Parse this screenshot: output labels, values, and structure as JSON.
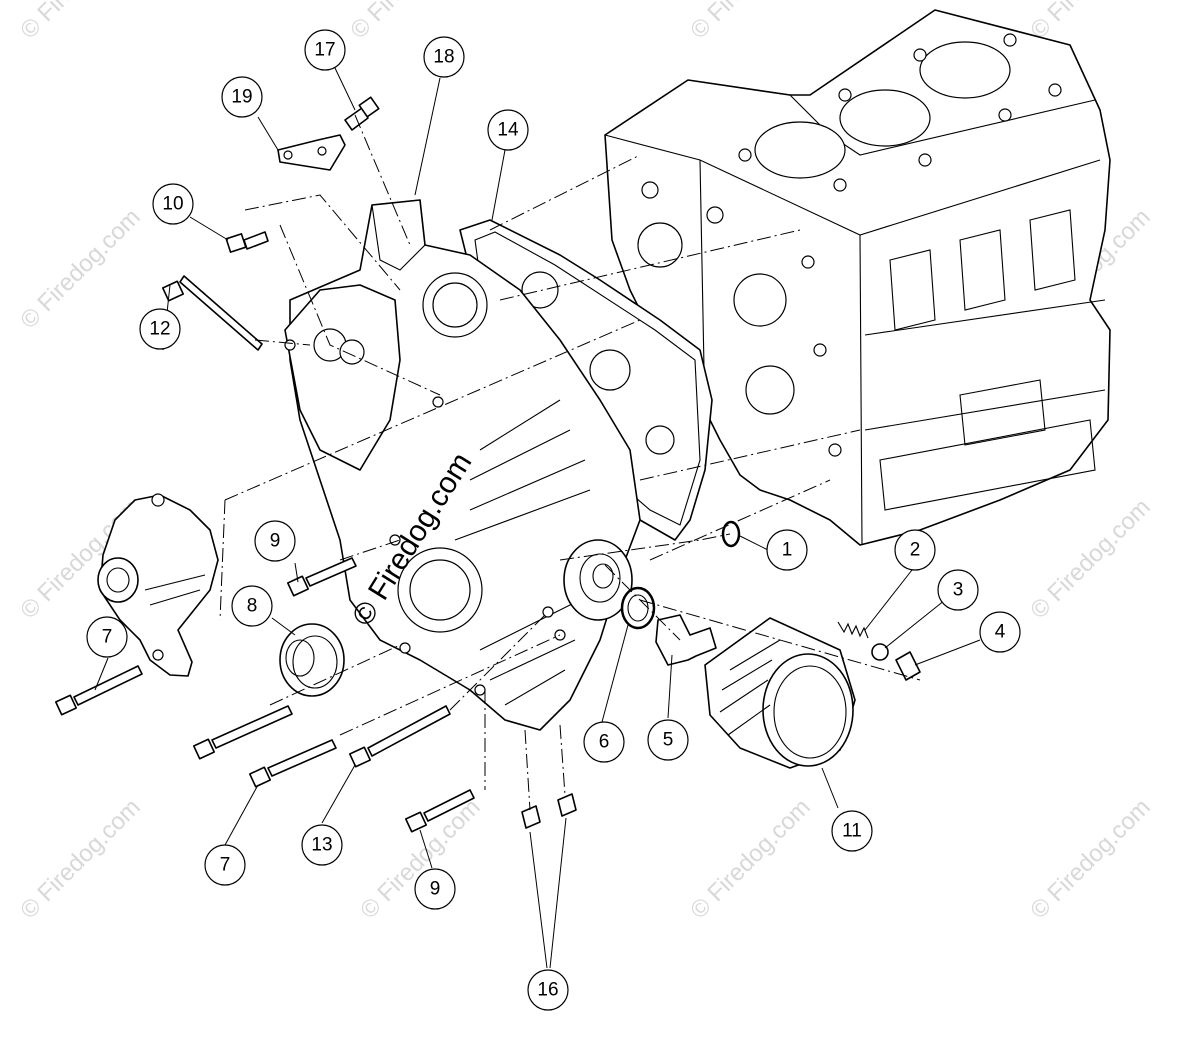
{
  "watermark": {
    "text": "© Firedog.com",
    "center_text": "© Firedog.com"
  },
  "callouts": [
    {
      "id": "1",
      "label": "1"
    },
    {
      "id": "2",
      "label": "2"
    },
    {
      "id": "3",
      "label": "3"
    },
    {
      "id": "4",
      "label": "4"
    },
    {
      "id": "5",
      "label": "5"
    },
    {
      "id": "6",
      "label": "6"
    },
    {
      "id": "7a",
      "label": "7"
    },
    {
      "id": "7b",
      "label": "7"
    },
    {
      "id": "8",
      "label": "8"
    },
    {
      "id": "9a",
      "label": "9"
    },
    {
      "id": "9b",
      "label": "9"
    },
    {
      "id": "10",
      "label": "10"
    },
    {
      "id": "11",
      "label": "11"
    },
    {
      "id": "12",
      "label": "12"
    },
    {
      "id": "13",
      "label": "13"
    },
    {
      "id": "14",
      "label": "14"
    },
    {
      "id": "16",
      "label": "16"
    },
    {
      "id": "17",
      "label": "17"
    },
    {
      "id": "18",
      "label": "18"
    },
    {
      "id": "19",
      "label": "19"
    }
  ]
}
